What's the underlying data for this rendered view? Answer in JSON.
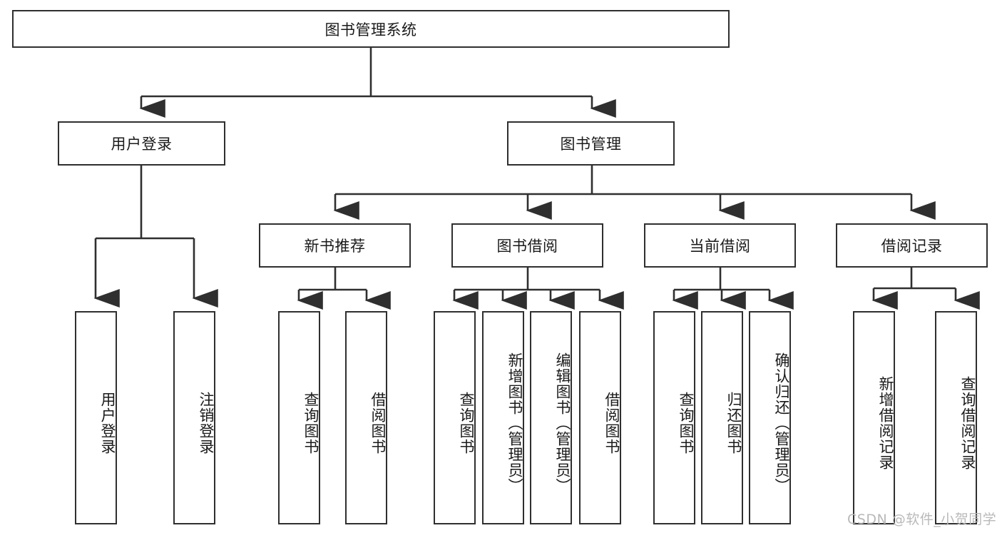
{
  "diagram": {
    "title": "图书管理系统",
    "type": "hierarchy-tree",
    "watermark": "CSDN @软件_小贺同学",
    "colors": {
      "stroke": "#2f2f2f",
      "fill": "#ffffff",
      "text": "#1a1a1a",
      "watermark": "#b9b9b9"
    },
    "levels": {
      "root": {
        "label": "图书管理系统"
      },
      "level2": [
        {
          "label": "用户登录"
        },
        {
          "label": "图书管理"
        }
      ],
      "level3": [
        {
          "label": "新书推荐"
        },
        {
          "label": "图书借阅"
        },
        {
          "label": "当前借阅"
        },
        {
          "label": "借阅记录"
        }
      ],
      "leaves": {
        "user_login": [
          {
            "label": "用户登录"
          },
          {
            "label": "注销登录"
          }
        ],
        "new_book_recommend": [
          {
            "label": "查询图书"
          },
          {
            "label": "借阅图书"
          }
        ],
        "book_borrow": [
          {
            "label": "查询图书"
          },
          {
            "label": "新增图书（管理员）"
          },
          {
            "label": "编辑图书（管理员）"
          },
          {
            "label": "借阅图书"
          }
        ],
        "current_borrow": [
          {
            "label": "查询图书"
          },
          {
            "label": "归还图书"
          },
          {
            "label": "确认归还（管理员）"
          }
        ],
        "borrow_record": [
          {
            "label": "新增借阅记录"
          },
          {
            "label": "查询借阅记录"
          }
        ]
      }
    }
  }
}
